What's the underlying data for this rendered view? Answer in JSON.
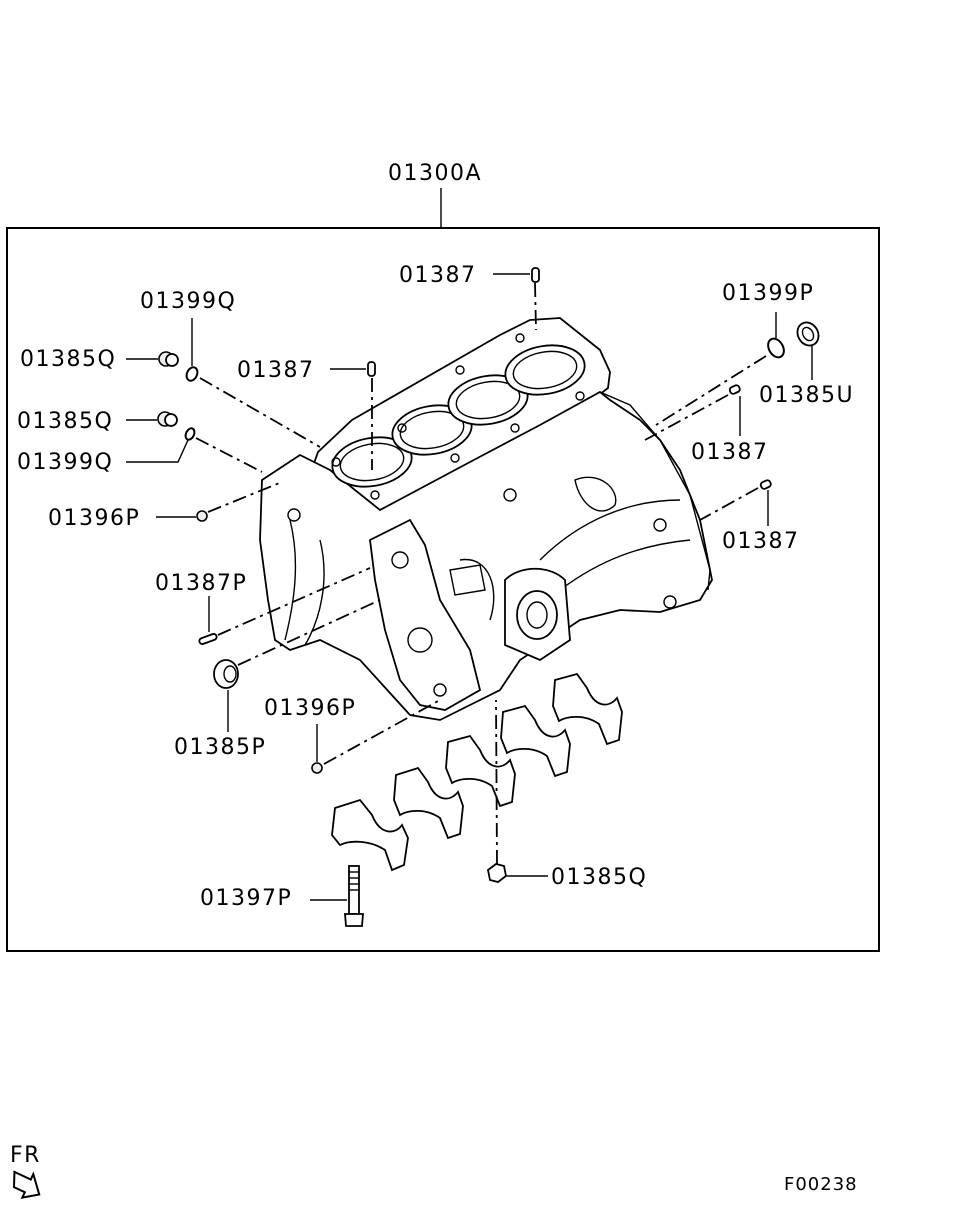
{
  "assembly_label": "01300A",
  "figure_code": "F00238",
  "direction_label": "FR",
  "callouts": {
    "c01387_top": "01387",
    "c01387_left": "01387",
    "c01387_right_a": "01387",
    "c01387_right_b": "01387",
    "c01399q_top": "01399Q",
    "c01399q_mid": "01399Q",
    "c01385q_top": "01385Q",
    "c01385q_mid": "01385Q",
    "c01385q_bottom": "01385Q",
    "c01399p": "01399P",
    "c01385u": "01385U",
    "c01396p_left": "01396P",
    "c01396p_bottom": "01396P",
    "c01387p": "01387P",
    "c01385p": "01385P",
    "c01397p": "01397P"
  }
}
